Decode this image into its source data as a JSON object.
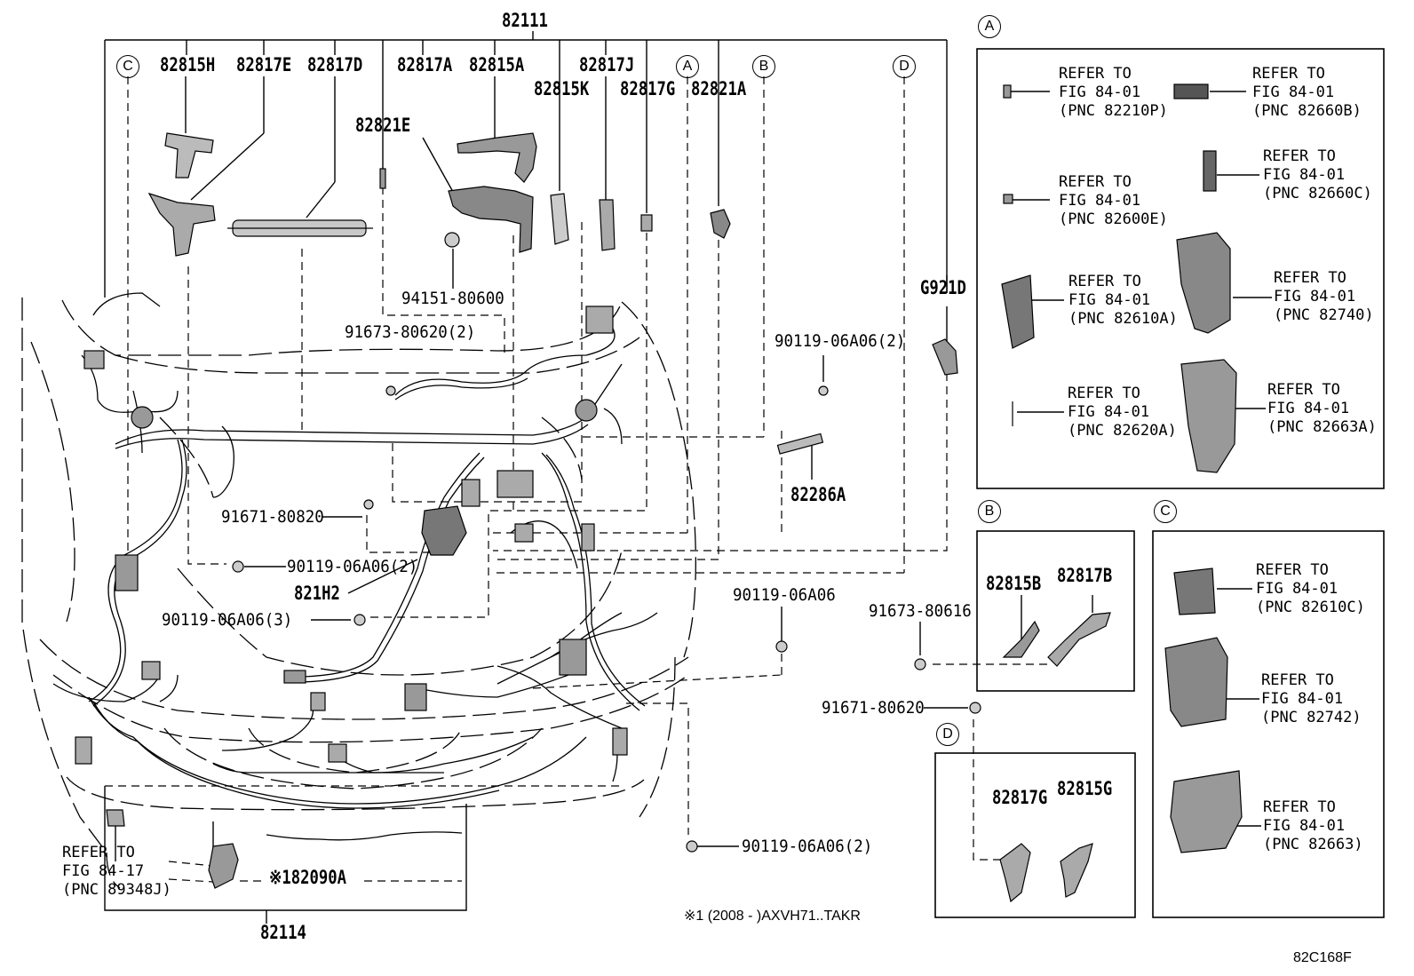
{
  "title_part": "82111",
  "bottom_part": "82114",
  "figure_code": "82C168F",
  "footnote": "※1 (2008 -     )AXVH71..TAKR",
  "callouts": {
    "A": "A",
    "B": "B",
    "C": "C",
    "D": "D"
  },
  "top_labels": {
    "p82815H": "82815H",
    "p82817E": "82817E",
    "p82817D": "82817D",
    "p82817A": "82817A",
    "p82815A": "82815A",
    "p82817J": "82817J",
    "p82815K": "82815K",
    "p82817G": "82817G",
    "p82821A": "82821A",
    "p82821E": "82821E"
  },
  "main_labels": {
    "p94151": "94151-80600",
    "p91673a": "91673-80620(2)",
    "p90119a": "90119-06A06(2)",
    "p82286A": "82286A",
    "p91671a": "91671-80820",
    "p90119b": "90119-06A06(2)",
    "p821H2": "821H2",
    "p90119c": "90119-06A06(3)",
    "p90119d": "90119-06A06",
    "p91673b": "91673-80616",
    "p91671b": "91671-80620",
    "p90119e": "90119-06A06(2)",
    "p82090A": "※182090A",
    "pG921D": "G921D"
  },
  "refer_main": {
    "l1": "REFER TO",
    "l2": "FIG 84-17",
    "l3": "(PNC 89348J)"
  },
  "panel_A": [
    {
      "l1": "REFER TO",
      "l2": "FIG 84-01",
      "l3": "(PNC 82210P)"
    },
    {
      "l1": "REFER TO",
      "l2": "FIG 84-01",
      "l3": "(PNC 82660B)"
    },
    {
      "l1": "REFER TO",
      "l2": "FIG 84-01",
      "l3": "(PNC 82600E)"
    },
    {
      "l1": "REFER TO",
      "l2": "FIG 84-01",
      "l3": "(PNC 82660C)"
    },
    {
      "l1": "REFER TO",
      "l2": "FIG 84-01",
      "l3": "(PNC 82610A)"
    },
    {
      "l1": "REFER TO",
      "l2": "FIG 84-01",
      "l3": "(PNC 82740)"
    },
    {
      "l1": "REFER TO",
      "l2": "FIG 84-01",
      "l3": "(PNC 82620A)"
    },
    {
      "l1": "REFER TO",
      "l2": "FIG 84-01",
      "l3": "(PNC 82663A)"
    }
  ],
  "panel_B": {
    "p1": "82815B",
    "p2": "82817B"
  },
  "panel_C": [
    {
      "l1": "REFER TO",
      "l2": "FIG 84-01",
      "l3": "(PNC 82610C)"
    },
    {
      "l1": "REFER TO",
      "l2": "FIG 84-01",
      "l3": "(PNC 82742)"
    },
    {
      "l1": "REFER TO",
      "l2": "FIG 84-01",
      "l3": "(PNC 82663)"
    }
  ],
  "panel_D": {
    "p1": "82817G",
    "p2": "82815G"
  }
}
